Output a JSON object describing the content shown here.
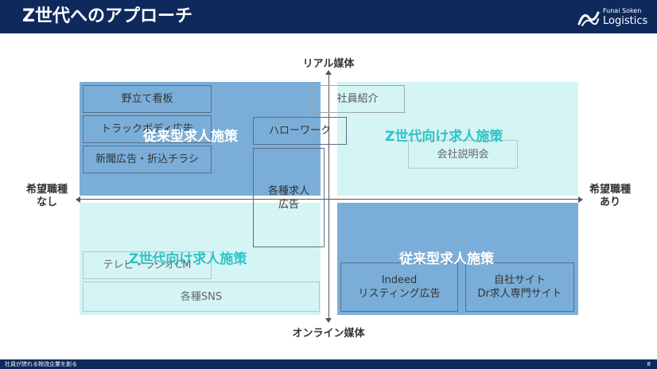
{
  "header": {
    "title": "Z世代へのアプローチ"
  },
  "logo": {
    "small": "Funai Soken",
    "big": "Logistics"
  },
  "footer": {
    "text": "社員が誇れる物流企業を創る",
    "page": "8"
  },
  "axes": {
    "top": "リアル媒体",
    "bottom": "オンライン媒体",
    "left": [
      "希望職種",
      "なし"
    ],
    "right": [
      "希望職種",
      "あり"
    ]
  },
  "quadrant_labels": {
    "top_left": "従来型求人施策",
    "top_right": "Z世代向け求人施策",
    "bottom_left": "Z世代向け求人施策",
    "bottom_right": "従来型求人施策"
  },
  "items": {
    "nodate_kanban": "野立て看板",
    "truck_body": "トラックボディ広告",
    "newspaper": "新聞広告・折込チラシ",
    "referral": "社員紹介",
    "hellowork": "ハローワーク",
    "company_briefing": "会社説明会",
    "job_ads": [
      "各種求人",
      "広告"
    ],
    "tv_radio": "テレビ・ラジオCM",
    "sns": "各種SNS",
    "indeed": [
      "Indeed",
      "リスティング広告"
    ],
    "company_site": [
      "自社サイト",
      "Dr求人専門サイト"
    ]
  },
  "colors": {
    "header_bg": "#0e2a5c",
    "traditional_quadrant": "#7aaed8",
    "gen_z_quadrant": "#d5f4f4",
    "gen_z_label": "#2ec3c7"
  }
}
